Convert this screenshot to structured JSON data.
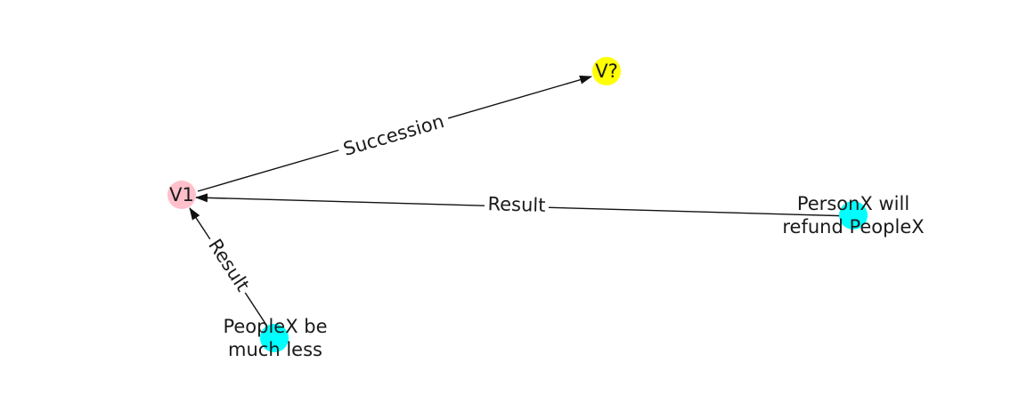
{
  "graph": {
    "nodes": [
      {
        "id": "v1",
        "label": "V1",
        "color": "#ffc0cb"
      },
      {
        "id": "vq",
        "label": "V?",
        "color": "#ffff00"
      },
      {
        "id": "personx",
        "label_lines": [
          "PersonX will",
          "refund PeopleX"
        ],
        "color": "#00ffff"
      },
      {
        "id": "peoplex",
        "label_lines": [
          "PeopleX be",
          "much less"
        ],
        "color": "#00ffff"
      }
    ],
    "edges": [
      {
        "from": "v1",
        "to": "vq",
        "label": "Succession"
      },
      {
        "from": "personx",
        "to": "v1",
        "label": "Result"
      },
      {
        "from": "peoplex",
        "to": "v1",
        "label": "Result"
      }
    ]
  }
}
